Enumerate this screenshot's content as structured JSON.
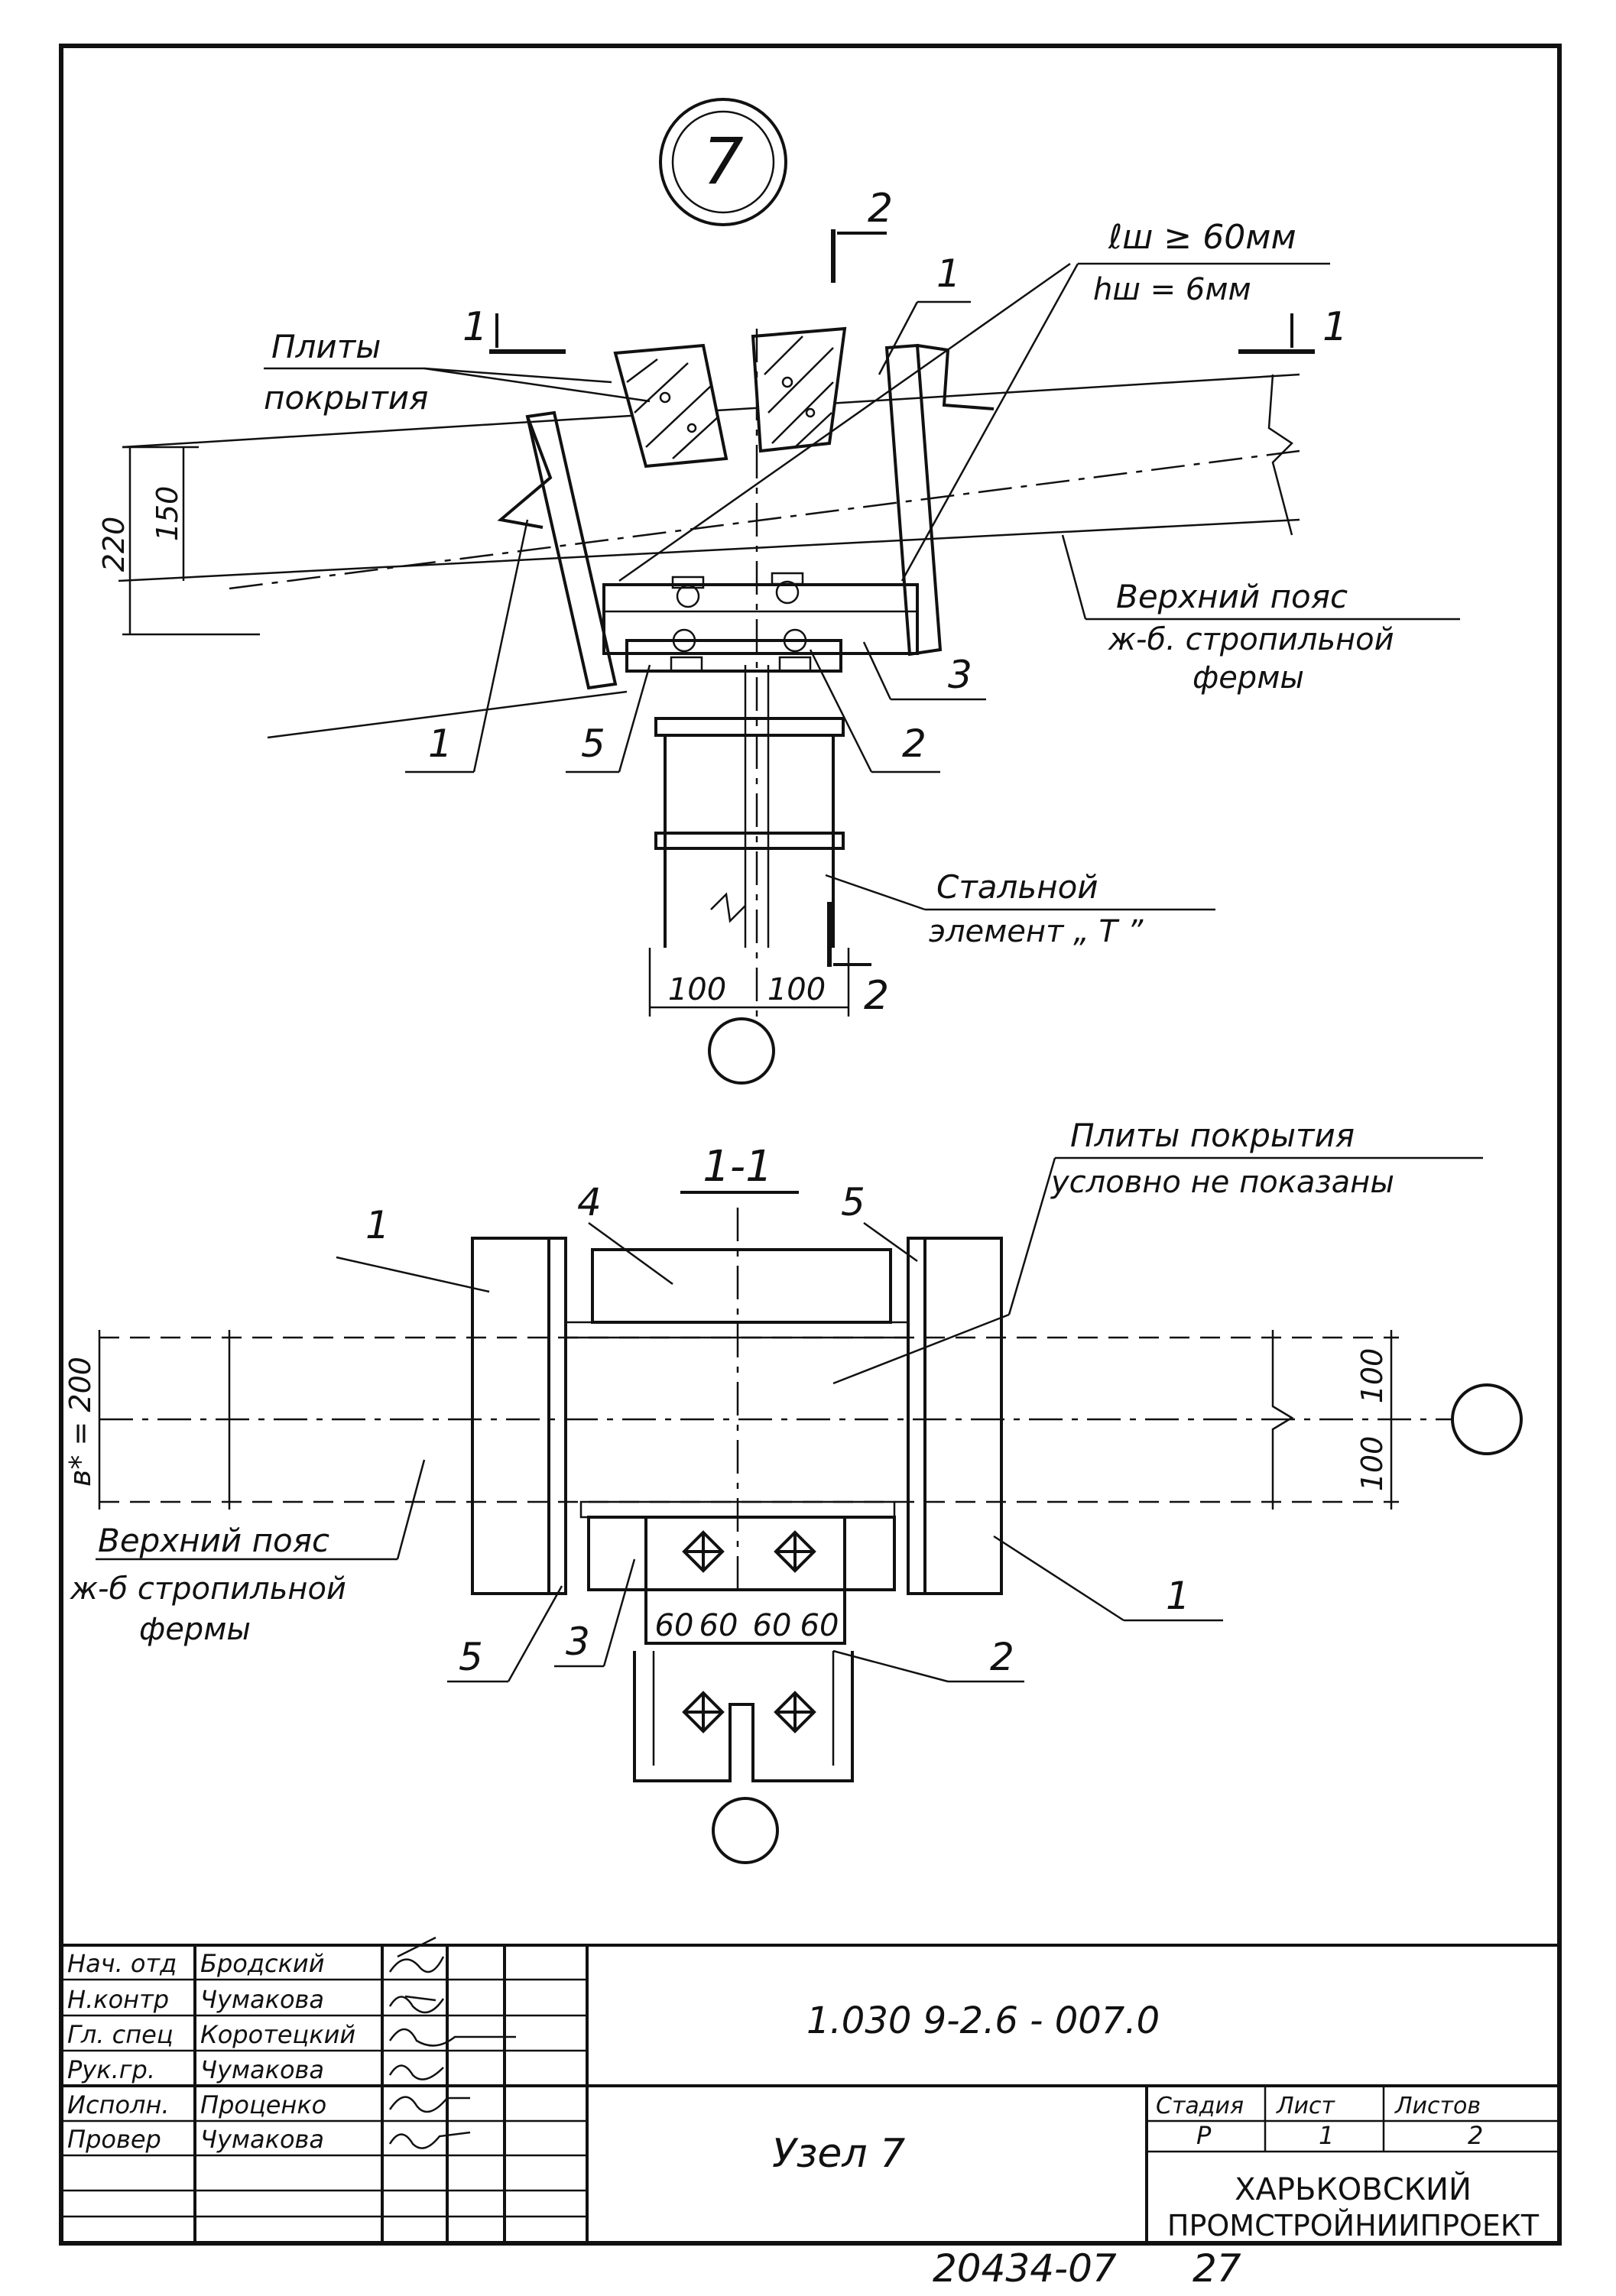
{
  "node_number": "7",
  "callouts": {
    "section_1_top_left": "1",
    "section_1_top_right": "1",
    "section_2_top": "2",
    "section_2_bottom": "2",
    "weld_length": "ℓш ≥ 60мм",
    "weld_height": "hш = 6мм",
    "slabs_line1": "Плиты",
    "slabs_line2": "покрытия",
    "chord_line1": "Верхний пояс",
    "chord_line2": "ж-б. стропильной",
    "chord_line3": "фермы",
    "steel_line1": "Стальной",
    "steel_line2": "элемент „ Т ”",
    "pos_1a": "1",
    "pos_1b": "1",
    "pos_5": "5",
    "pos_2": "2",
    "pos_3": "3",
    "dim_220": "220",
    "dim_150": "150",
    "dim_100a": "100",
    "dim_100b": "100"
  },
  "section": {
    "title": "1-1",
    "note_line1": "Плиты покрытия",
    "note_line2": "условно не показаны",
    "pos_4": "4",
    "pos_5_top": "5",
    "pos_1_left": "1",
    "pos_1_right": "1",
    "pos_5_bottom": "5",
    "pos_3": "3",
    "pos_2": "2",
    "dim_b": "в* = 200",
    "dim_100_top": "100",
    "dim_100_bottom": "100",
    "dims_60": [
      "60",
      "60",
      "60",
      "60"
    ],
    "chord_line1": "Верхний пояс",
    "chord_line2": "ж-б стропильной",
    "chord_line3": "фермы"
  },
  "title_block": {
    "roles": [
      "Нач. отд",
      "Н.контр",
      "Гл. спец",
      "Рук.гр.",
      "Исполн.",
      "Провер"
    ],
    "names": [
      "Бродский",
      "Чумакова",
      "Коротецкий",
      "Чумакова",
      "Проценко",
      "Чумакова"
    ],
    "code": "1.030 9-2.6 - 007.0",
    "drawing_title": "Узел 7",
    "stage_header": "Стадия",
    "sheet_header": "Лист",
    "sheets_header": "Листов",
    "stage": "Р",
    "sheet": "1",
    "sheets": "2",
    "org_line1": "ХАРЬКОВСКИЙ",
    "org_line2": "ПРОМСТРОЙНИИПРОЕКТ"
  },
  "footer": {
    "inventory": "20434-07",
    "page": "27"
  }
}
